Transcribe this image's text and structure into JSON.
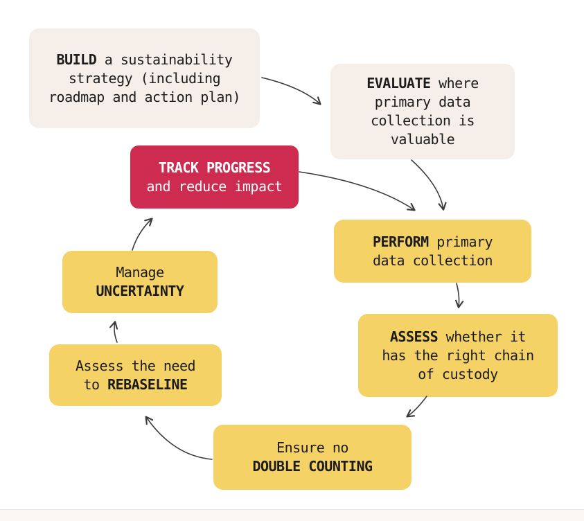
{
  "palette": {
    "yellow": "#f5d266",
    "red": "#cd2c50",
    "beige": "#f6efe9",
    "ink": "#1c1c1c",
    "arrow": "#3b3b3b",
    "band": "#fbf7f5"
  },
  "diagram": {
    "nodes": {
      "build": {
        "color": "beige",
        "lines": [
          [
            {
              "t": "BUILD",
              "b": true
            },
            {
              "t": " a sustainability",
              "b": false
            }
          ],
          [
            {
              "t": "strategy (including",
              "b": false
            }
          ],
          [
            {
              "t": "roadmap and action plan)",
              "b": false
            }
          ]
        ]
      },
      "evaluate": {
        "color": "beige",
        "lines": [
          [
            {
              "t": "EVALUATE",
              "b": true
            },
            {
              "t": " where",
              "b": false
            }
          ],
          [
            {
              "t": "primary data",
              "b": false
            }
          ],
          [
            {
              "t": "collection is",
              "b": false
            }
          ],
          [
            {
              "t": "valuable",
              "b": false
            }
          ]
        ]
      },
      "track-progress": {
        "color": "red",
        "lines": [
          [
            {
              "t": "TRACK PROGRESS",
              "b": true
            }
          ],
          [
            {
              "t": "and reduce impact",
              "b": false
            }
          ]
        ]
      },
      "perform": {
        "color": "yellow",
        "lines": [
          [
            {
              "t": "PERFORM",
              "b": true
            },
            {
              "t": " primary",
              "b": false
            }
          ],
          [
            {
              "t": "data collection",
              "b": false
            }
          ]
        ]
      },
      "assess": {
        "color": "yellow",
        "lines": [
          [
            {
              "t": "ASSESS",
              "b": true
            },
            {
              "t": " whether it",
              "b": false
            }
          ],
          [
            {
              "t": "has the right chain",
              "b": false
            }
          ],
          [
            {
              "t": "of custody",
              "b": false
            }
          ]
        ]
      },
      "double-counting": {
        "color": "yellow",
        "lines": [
          [
            {
              "t": "Ensure no",
              "b": false
            }
          ],
          [
            {
              "t": "DOUBLE COUNTING",
              "b": true
            }
          ]
        ]
      },
      "rebaseline": {
        "color": "yellow",
        "lines": [
          [
            {
              "t": "Assess the need",
              "b": false
            }
          ],
          [
            {
              "t": "to ",
              "b": false
            },
            {
              "t": "REBASELINE",
              "b": true
            }
          ]
        ]
      },
      "uncertainty": {
        "color": "yellow",
        "lines": [
          [
            {
              "t": "Manage",
              "b": false
            }
          ],
          [
            {
              "t": "UNCERTAINTY",
              "b": true
            }
          ]
        ]
      }
    },
    "connections": [
      {
        "from": "build",
        "to": "evaluate"
      },
      {
        "from": "evaluate",
        "to": "perform"
      },
      {
        "from": "track-progress",
        "to": "perform"
      },
      {
        "from": "perform",
        "to": "assess"
      },
      {
        "from": "assess",
        "to": "double-counting"
      },
      {
        "from": "double-counting",
        "to": "rebaseline"
      },
      {
        "from": "rebaseline",
        "to": "uncertainty"
      },
      {
        "from": "uncertainty",
        "to": "track-progress"
      }
    ]
  }
}
